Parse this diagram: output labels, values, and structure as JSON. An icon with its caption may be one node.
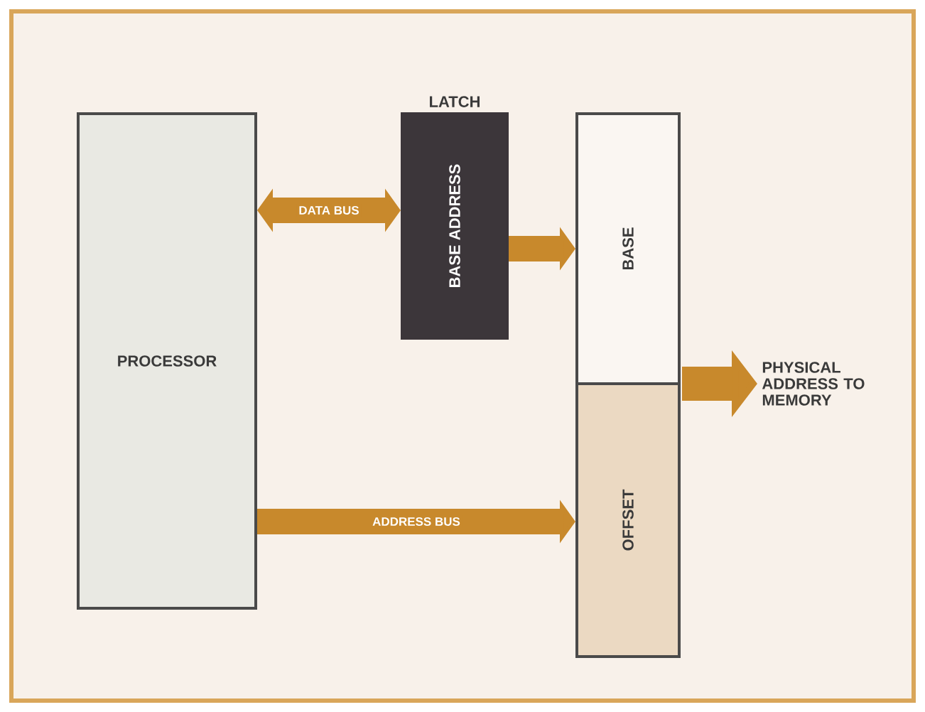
{
  "diagram": {
    "nodes": [
      {
        "text": [
          "PROCESSOR"
        ]
      },
      {
        "text": [
          "LATCH",
          "BASE ADDRESS"
        ]
      },
      {
        "text": [
          "BASE"
        ]
      },
      {
        "text": [
          "OFFSET"
        ]
      },
      {
        "text": [
          "PHYSICAL ADDRESS TO MEMORY"
        ]
      }
    ],
    "edges": [
      {
        "from": 0,
        "to": 1,
        "arrow": "both",
        "label": "DATA BUS"
      },
      {
        "from": 1,
        "to": 2,
        "arrow": "to"
      },
      {
        "from": 0,
        "to": 3,
        "arrow": "to",
        "label": "ADDRESS BUS"
      },
      {
        "from": 2,
        "to": 4,
        "arrow": "to"
      }
    ]
  }
}
